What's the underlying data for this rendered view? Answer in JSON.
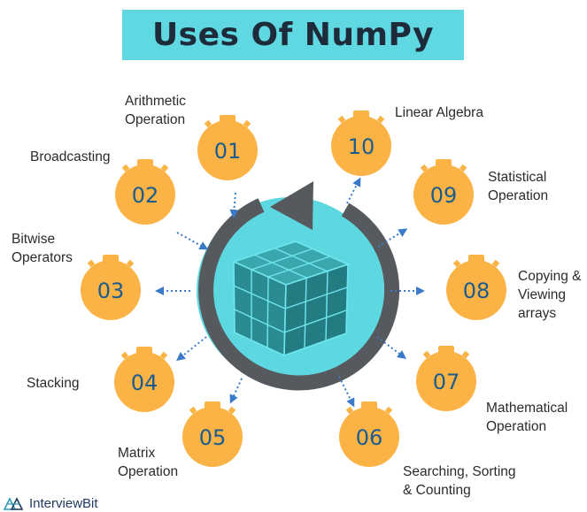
{
  "title": "Uses Of NumPy",
  "items": [
    {
      "num": "01",
      "label": "Arithmetic\nOperation"
    },
    {
      "num": "02",
      "label": "Broadcasting"
    },
    {
      "num": "03",
      "label": "Bitwise\nOperators"
    },
    {
      "num": "04",
      "label": "Stacking"
    },
    {
      "num": "05",
      "label": "Matrix\nOperation"
    },
    {
      "num": "06",
      "label": "Searching, Sorting\n& Counting"
    },
    {
      "num": "07",
      "label": "Mathematical\nOperation"
    },
    {
      "num": "08",
      "label": "Copying &\nViewing\narrays"
    },
    {
      "num": "09",
      "label": "Statistical\nOperation"
    },
    {
      "num": "10",
      "label": "Linear Algebra"
    }
  ],
  "logo": {
    "text": "InterviewBit"
  },
  "colors": {
    "title_bg": "#5fd8e2",
    "badge": "#fbb346",
    "number_text": "#1c5c8c",
    "center_circle": "#5ed8e0",
    "ring": "#565a5e",
    "cube": "#2b8b92",
    "dots": "#3a7ac8"
  }
}
